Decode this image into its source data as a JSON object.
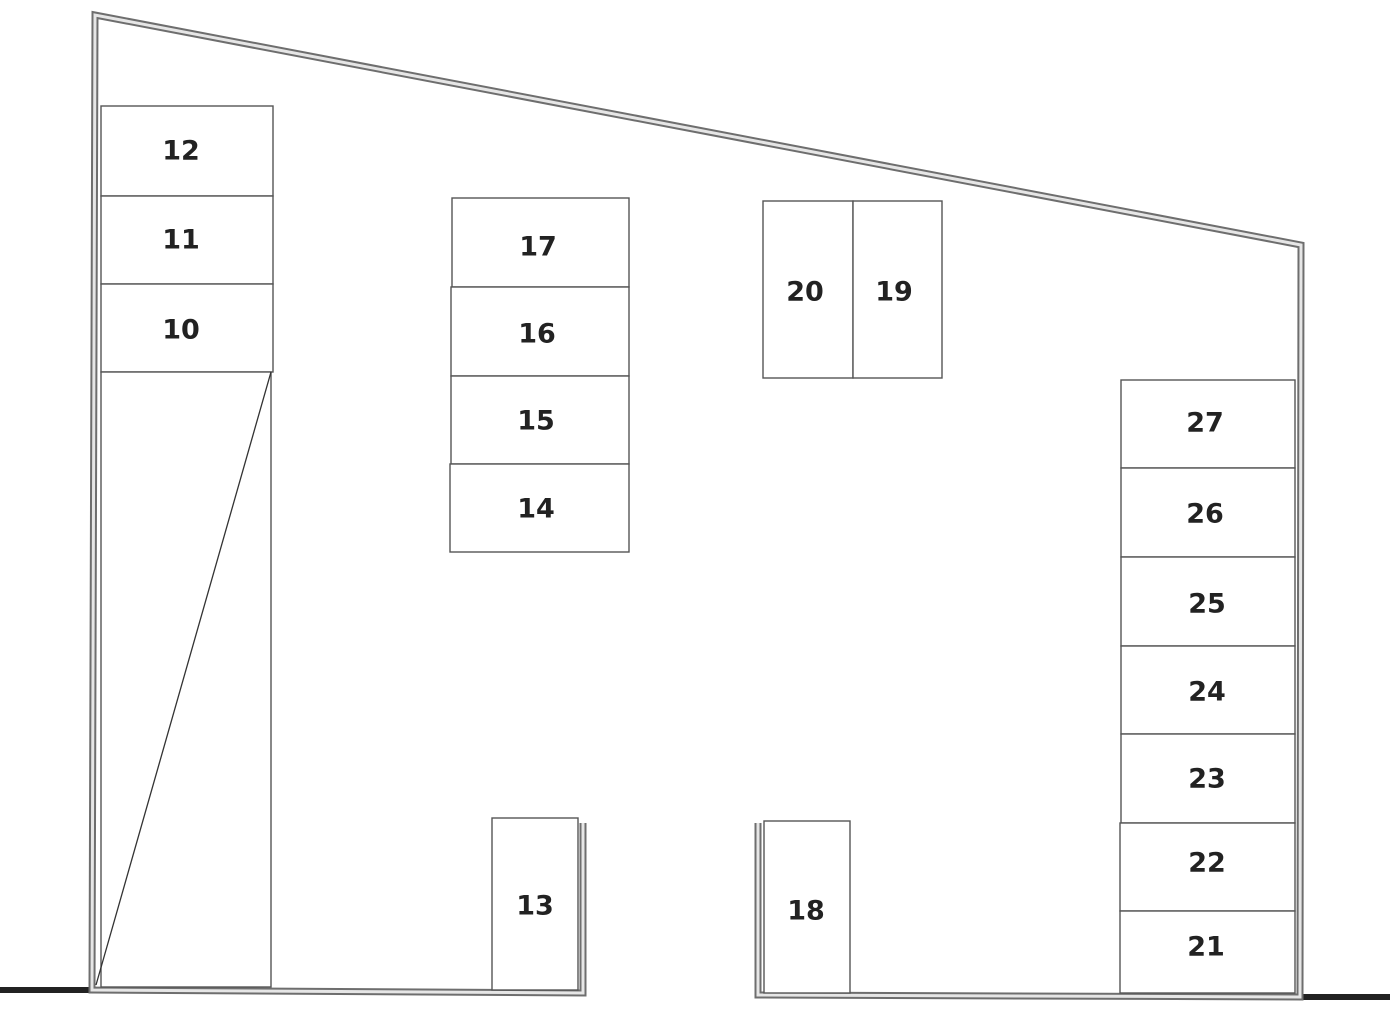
{
  "plan": {
    "spaces": [
      {
        "id": "s12",
        "label": "12"
      },
      {
        "id": "s11",
        "label": "11"
      },
      {
        "id": "s10",
        "label": "10"
      },
      {
        "id": "s17",
        "label": "17"
      },
      {
        "id": "s16",
        "label": "16"
      },
      {
        "id": "s15",
        "label": "15"
      },
      {
        "id": "s14",
        "label": "14"
      },
      {
        "id": "s20",
        "label": "20"
      },
      {
        "id": "s19",
        "label": "19"
      },
      {
        "id": "s13",
        "label": "13"
      },
      {
        "id": "s18",
        "label": "18"
      },
      {
        "id": "s27",
        "label": "27"
      },
      {
        "id": "s26",
        "label": "26"
      },
      {
        "id": "s25",
        "label": "25"
      },
      {
        "id": "s24",
        "label": "24"
      },
      {
        "id": "s23",
        "label": "23"
      },
      {
        "id": "s22",
        "label": "22"
      },
      {
        "id": "s21",
        "label": "21"
      }
    ]
  }
}
